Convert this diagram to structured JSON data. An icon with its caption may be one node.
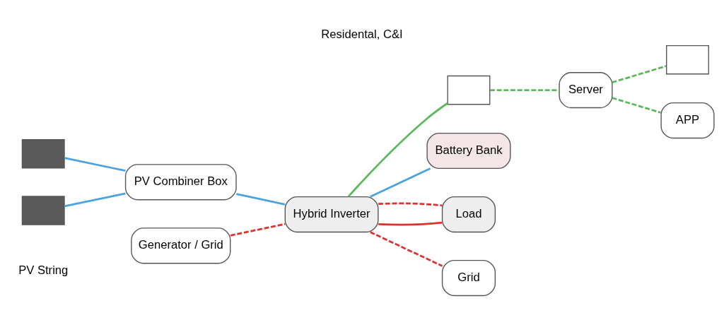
{
  "diagram": {
    "title": "Residental, C&I",
    "nodes": [
      {
        "text": [],
        "shape": "box"
      },
      {
        "text": [],
        "shape": "box",
        "beside": [
          "PV String"
        ]
      },
      {
        "text": [
          "PV Combiner Box"
        ]
      },
      {
        "text": [
          "Hybrid Inverter"
        ]
      },
      {
        "text": [],
        "shape": "box"
      },
      {
        "text": [
          "Server"
        ]
      },
      {
        "text": [],
        "shape": "box"
      },
      {
        "text": [
          "APP"
        ]
      },
      {
        "text": [
          "Generator / Grid"
        ]
      },
      {
        "text": [
          "Battery Bank"
        ]
      },
      {
        "text": [
          "Load"
        ]
      },
      {
        "text": [
          "Grid"
        ]
      }
    ],
    "edges": [
      {
        "from": 0,
        "to": 2,
        "arrow": "none",
        "color": "#4aa3df"
      },
      {
        "from": 1,
        "to": 2,
        "arrow": "none",
        "color": "#4aa3df"
      },
      {
        "from": 2,
        "to": 3,
        "arrow": "none",
        "color": "#4aa3df"
      },
      {
        "from": 3,
        "to": 4,
        "arrow": "none",
        "color": "#5cb85c"
      },
      {
        "from": 4,
        "to": 5,
        "arrow": "none",
        "style": "dashed",
        "color": "#5cb85c"
      },
      {
        "from": 5,
        "to": 6,
        "arrow": "none",
        "style": "dashed",
        "color": "#5cb85c"
      },
      {
        "from": 5,
        "to": 7,
        "arrow": "none",
        "style": "dashed",
        "color": "#5cb85c"
      },
      {
        "from": 8,
        "to": 3,
        "arrow": "none",
        "style": "dashed",
        "color": "#e03030"
      },
      {
        "from": 3,
        "to": 9,
        "arrow": "none",
        "color": "#4aa3df"
      },
      {
        "from": 3,
        "to": 10,
        "arrow": "none",
        "color": "#e03030"
      },
      {
        "from": 3,
        "to": 11,
        "arrow": "none",
        "style": "dashed",
        "color": "#e03030"
      },
      {
        "from": 3,
        "to": 10,
        "arrow": "none",
        "style": "dashed",
        "color": "#e03030"
      }
    ]
  }
}
